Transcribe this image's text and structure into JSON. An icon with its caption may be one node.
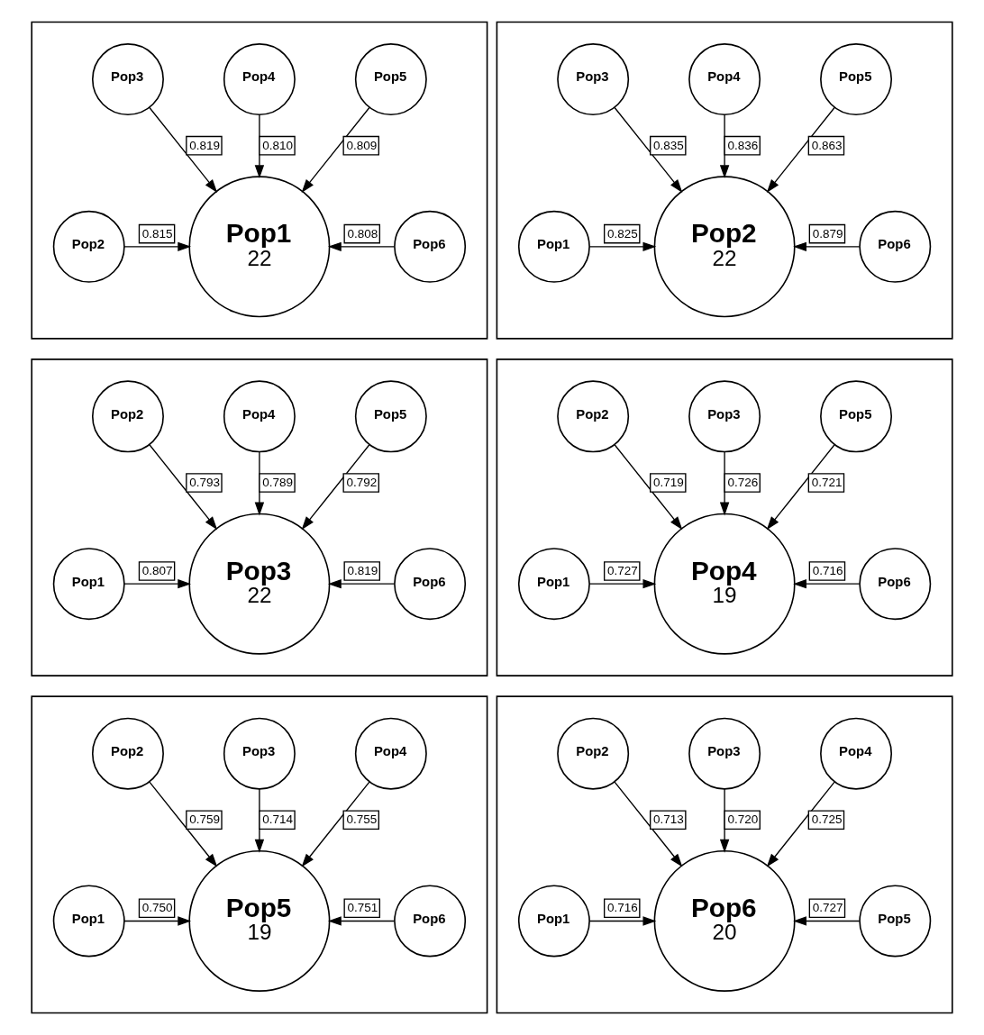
{
  "diagram": {
    "nodes": [
      {
        "text": [],
        "shape": "box"
      },
      {
        "text": [
          "Pop4"
        ],
        "in": 0
      },
      {
        "text": [
          "Pop3"
        ],
        "in": 0
      },
      {
        "text": [
          "Pop5"
        ],
        "in": 0
      },
      {
        "text": [
          "Pop2"
        ],
        "in": 0
      },
      {
        "text": [
          "Pop1",
          "22"
        ],
        "in": 0
      },
      {
        "text": [
          "Pop6"
        ],
        "in": 0
      },
      {
        "text": [],
        "shape": "box"
      },
      {
        "text": [
          "Pop4"
        ],
        "in": 7
      },
      {
        "text": [
          "Pop3"
        ],
        "in": 7
      },
      {
        "text": [
          "Pop5"
        ],
        "in": 7
      },
      {
        "text": [
          "Pop1"
        ],
        "in": 7
      },
      {
        "text": [
          "Pop2",
          "22"
        ],
        "in": 7
      },
      {
        "text": [
          "Pop6"
        ],
        "in": 7
      },
      {
        "text": [],
        "shape": "box"
      },
      {
        "text": [
          "Pop4"
        ],
        "in": 14
      },
      {
        "text": [
          "Pop2"
        ],
        "in": 14
      },
      {
        "text": [
          "Pop5"
        ],
        "in": 14
      },
      {
        "text": [
          "Pop1"
        ],
        "in": 14
      },
      {
        "text": [
          "Pop3",
          "22"
        ],
        "in": 14
      },
      {
        "text": [
          "Pop6"
        ],
        "in": 14
      },
      {
        "text": [],
        "shape": "box"
      },
      {
        "text": [
          "Pop3"
        ],
        "in": 21
      },
      {
        "text": [
          "Pop2"
        ],
        "in": 21
      },
      {
        "text": [
          "Pop5"
        ],
        "in": 21
      },
      {
        "text": [
          "Pop1"
        ],
        "in": 21
      },
      {
        "text": [
          "Pop4",
          "19"
        ],
        "in": 21
      },
      {
        "text": [
          "Pop6"
        ],
        "in": 21
      },
      {
        "text": [],
        "shape": "box"
      },
      {
        "text": [
          "Pop3"
        ],
        "in": 28
      },
      {
        "text": [
          "Pop2"
        ],
        "in": 28
      },
      {
        "text": [
          "Pop4"
        ],
        "in": 28
      },
      {
        "text": [
          "Pop1"
        ],
        "in": 28
      },
      {
        "text": [
          "Pop5",
          "19"
        ],
        "in": 28
      },
      {
        "text": [
          "Pop6"
        ],
        "in": 28
      },
      {
        "text": [],
        "shape": "box"
      },
      {
        "text": [
          "Pop3"
        ],
        "in": 35
      },
      {
        "text": [
          "Pop2"
        ],
        "in": 35
      },
      {
        "text": [
          "Pop4"
        ],
        "in": 35
      },
      {
        "text": [
          "Pop1"
        ],
        "in": 35
      },
      {
        "text": [
          "Pop6",
          "20"
        ],
        "in": 35
      },
      {
        "text": [
          "Pop5"
        ],
        "in": 35
      }
    ],
    "edges": [
      {
        "from": 1,
        "to": 5,
        "arrow": "to",
        "label": "0.810"
      },
      {
        "from": 2,
        "to": 5,
        "arrow": "to",
        "label": "0.819"
      },
      {
        "from": 3,
        "to": 5,
        "arrow": "to",
        "label": "0.809"
      },
      {
        "from": 4,
        "to": 5,
        "arrow": "to",
        "label": "0.815"
      },
      {
        "from": 6,
        "to": 5,
        "arrow": "to",
        "label": "0.808"
      },
      {
        "from": 8,
        "to": 12,
        "arrow": "to",
        "label": "0.836"
      },
      {
        "from": 9,
        "to": 12,
        "arrow": "to",
        "label": "0.835"
      },
      {
        "from": 10,
        "to": 12,
        "arrow": "to",
        "label": "0.863"
      },
      {
        "from": 11,
        "to": 12,
        "arrow": "to",
        "label": "0.825"
      },
      {
        "from": 13,
        "to": 12,
        "arrow": "to",
        "label": "0.879"
      },
      {
        "from": 15,
        "to": 19,
        "arrow": "to",
        "label": "0.789"
      },
      {
        "from": 16,
        "to": 19,
        "arrow": "to",
        "label": "0.793"
      },
      {
        "from": 17,
        "to": 19,
        "arrow": "to",
        "label": "0.792"
      },
      {
        "from": 18,
        "to": 19,
        "arrow": "to",
        "label": "0.807"
      },
      {
        "from": 20,
        "to": 19,
        "arrow": "to",
        "label": "0.819"
      },
      {
        "from": 22,
        "to": 26,
        "arrow": "to",
        "label": "0.726"
      },
      {
        "from": 23,
        "to": 26,
        "arrow": "to",
        "label": "0.719"
      },
      {
        "from": 24,
        "to": 26,
        "arrow": "to",
        "label": "0.721"
      },
      {
        "from": 25,
        "to": 26,
        "arrow": "to",
        "label": "0.727"
      },
      {
        "from": 27,
        "to": 26,
        "arrow": "to",
        "label": "0.716"
      },
      {
        "from": 29,
        "to": 33,
        "arrow": "to",
        "label": "0.714"
      },
      {
        "from": 30,
        "to": 33,
        "arrow": "to",
        "label": "0.759"
      },
      {
        "from": 31,
        "to": 33,
        "arrow": "to",
        "label": "0.755"
      },
      {
        "from": 32,
        "to": 33,
        "arrow": "to",
        "label": "0.750"
      },
      {
        "from": 34,
        "to": 33,
        "arrow": "to",
        "label": "0.751"
      },
      {
        "from": 36,
        "to": 40,
        "arrow": "to",
        "label": "0.720"
      },
      {
        "from": 37,
        "to": 40,
        "arrow": "to",
        "label": "0.713"
      },
      {
        "from": 38,
        "to": 40,
        "arrow": "to",
        "label": "0.725"
      },
      {
        "from": 39,
        "to": 40,
        "arrow": "to",
        "label": "0.716"
      },
      {
        "from": 41,
        "to": 40,
        "arrow": "to",
        "label": "0.727"
      }
    ]
  }
}
